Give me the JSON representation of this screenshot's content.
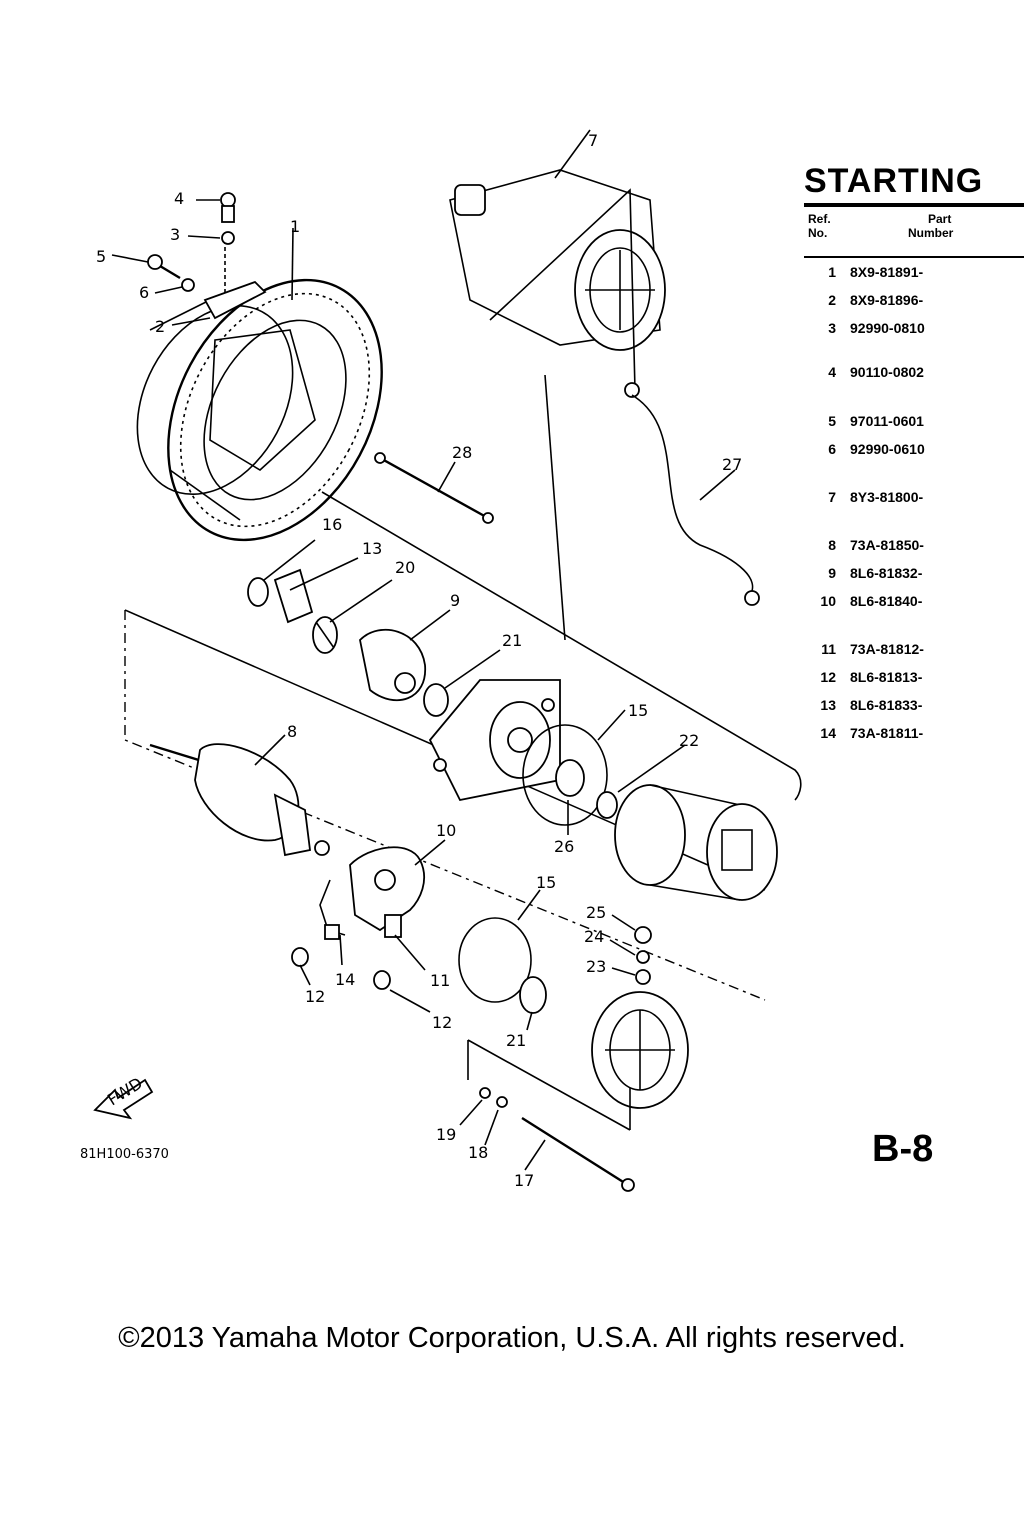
{
  "drawing_code": "81H100-6370",
  "table": {
    "title": "STARTING",
    "col_ref": [
      "Ref.",
      "No."
    ],
    "col_part": [
      "Part",
      "Number"
    ],
    "rows": [
      {
        "ref": "1",
        "part": "8X9-81891-"
      },
      {
        "ref": "2",
        "part": "8X9-81896-"
      },
      {
        "ref": "3",
        "part": "92990-0810"
      },
      {
        "ref": "4",
        "part": "90110-0802"
      },
      {
        "ref": "5",
        "part": "97011-0601"
      },
      {
        "ref": "6",
        "part": "92990-0610"
      },
      {
        "ref": "7",
        "part": "8Y3-81800-"
      },
      {
        "ref": "8",
        "part": "73A-81850-"
      },
      {
        "ref": "9",
        "part": "8L6-81832-"
      },
      {
        "ref": "10",
        "part": "8L6-81840-"
      },
      {
        "ref": "11",
        "part": "73A-81812-"
      },
      {
        "ref": "12",
        "part": "8L6-81813-"
      },
      {
        "ref": "13",
        "part": "8L6-81833-"
      },
      {
        "ref": "14",
        "part": "73A-81811-"
      }
    ]
  },
  "page_code": "B-8",
  "fwd_label": "FWD",
  "copyright": "©2013 Yamaha Motor Corporation, U.S.A. All rights reserved.",
  "callouts": [
    "1",
    "2",
    "3",
    "4",
    "5",
    "6",
    "7",
    "8",
    "9",
    "10",
    "11",
    "12",
    "12",
    "13",
    "14",
    "15",
    "15",
    "16",
    "17",
    "18",
    "19",
    "20",
    "21",
    "21",
    "22",
    "23",
    "24",
    "25",
    "26",
    "27",
    "28"
  ]
}
